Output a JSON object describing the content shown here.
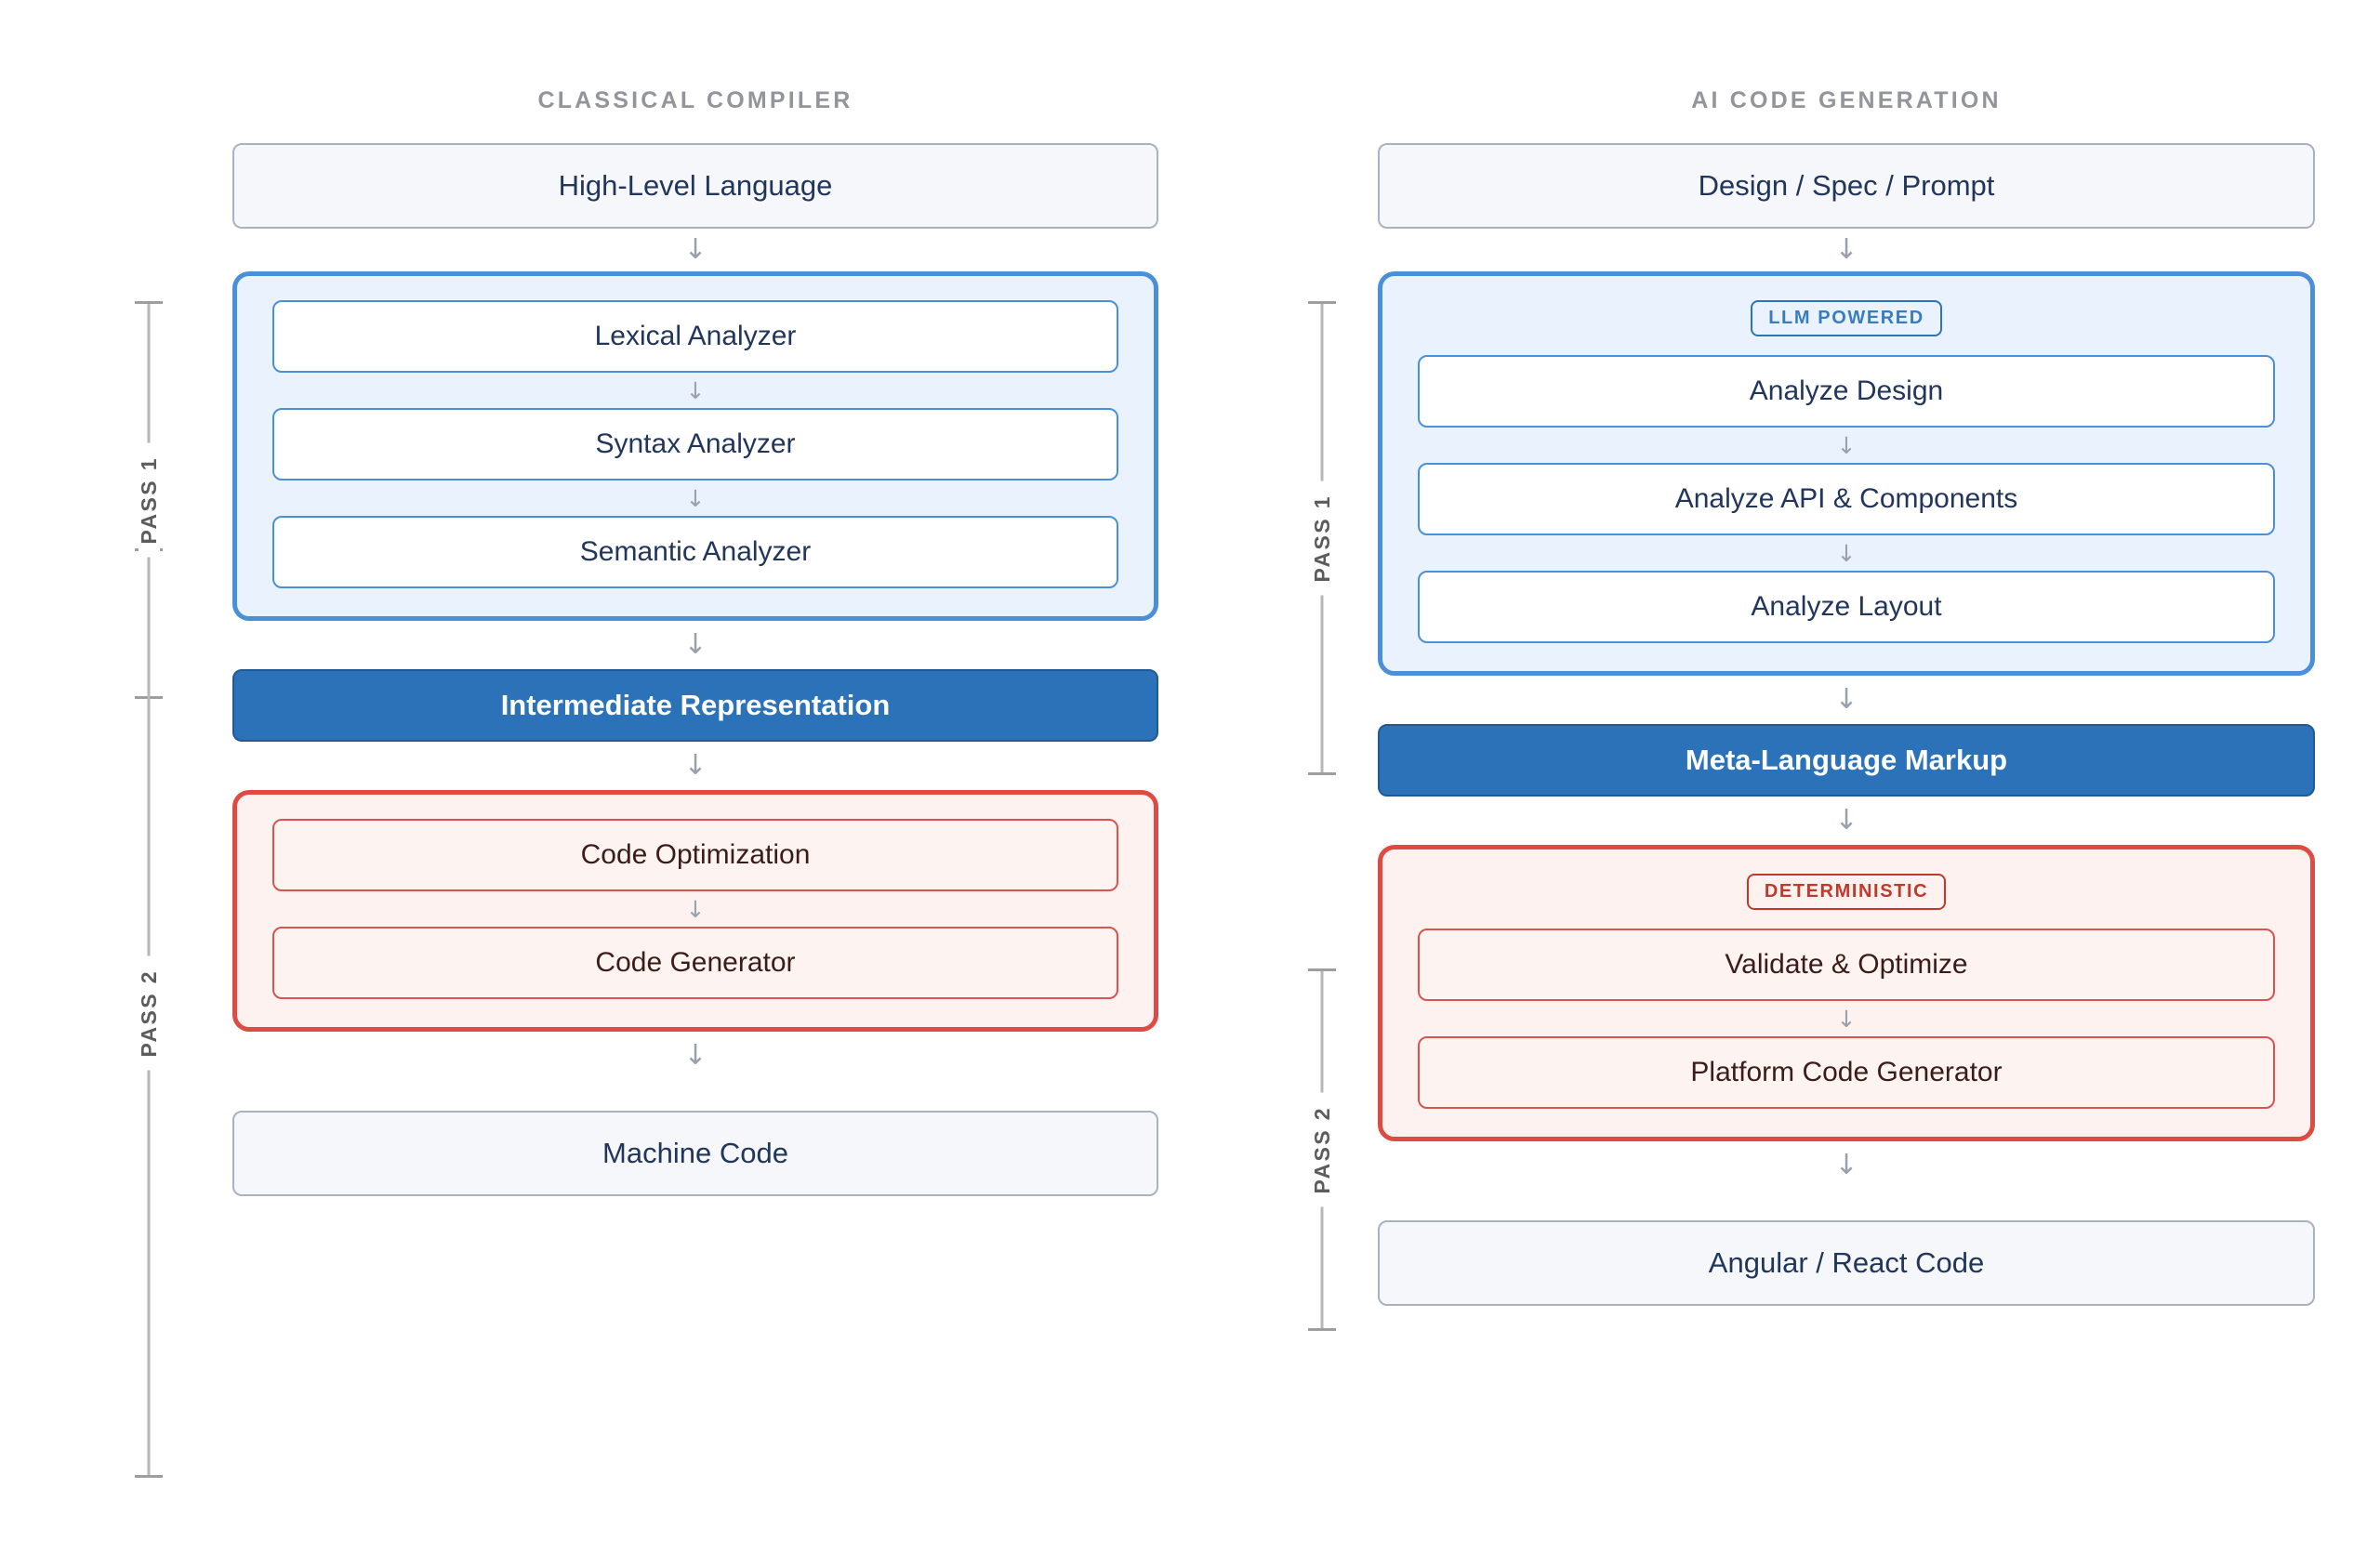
{
  "columns": [
    {
      "title": "CLASSICAL COMPILER",
      "input": "High-Level Language",
      "pass1_label": "PASS 1",
      "pass2_label": "PASS 2",
      "group1": {
        "badge": null,
        "steps": [
          "Lexical Analyzer",
          "Syntax Analyzer",
          "Semantic Analyzer"
        ]
      },
      "bridge": "Intermediate Representation",
      "group2": {
        "badge": null,
        "steps": [
          "Code Optimization",
          "Code Generator"
        ]
      },
      "output": "Machine Code"
    },
    {
      "title": "AI CODE GENERATION",
      "input": "Design / Spec / Prompt",
      "pass1_label": "PASS 1",
      "pass2_label": "PASS 2",
      "group1": {
        "badge": "LLM POWERED",
        "steps": [
          "Analyze Design",
          "Analyze API & Components",
          "Analyze Layout"
        ]
      },
      "bridge": "Meta-Language Markup",
      "group2": {
        "badge": "DETERMINISTIC",
        "steps": [
          "Validate & Optimize",
          "Platform Code Generator"
        ]
      },
      "output": "Angular / React Code"
    }
  ],
  "arrow_glyph": "↓",
  "colors": {
    "accent_blue": "#2c72b8",
    "group_blue_border": "#4a90d9",
    "group_blue_fill": "#eaf3fd",
    "accent_red": "#dd4b42",
    "group_red_fill": "#fdf2f0",
    "neutral_border": "#aab2c0",
    "neutral_fill": "#f5f7fb",
    "title_gray": "#93959a",
    "arrow_gray": "#9aa1ad"
  }
}
